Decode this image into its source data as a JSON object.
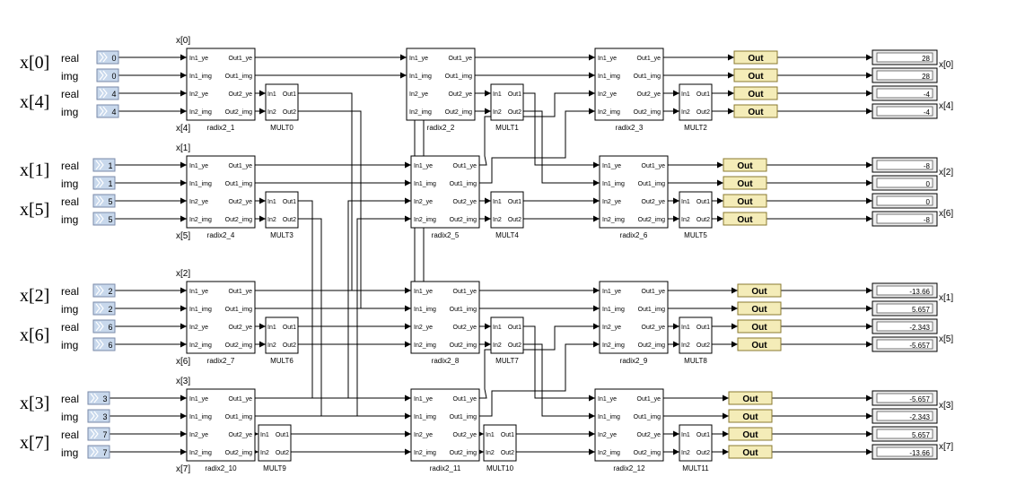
{
  "inputs": {
    "left_labels": [
      "x[0]",
      "x[4]",
      "x[1]",
      "x[5]",
      "x[2]",
      "x[6]",
      "x[3]",
      "x[7]"
    ],
    "row_types": [
      "real",
      "img",
      "real",
      "img"
    ],
    "const_values": [
      [
        "0",
        "0",
        "4",
        "4"
      ],
      [
        "1",
        "1",
        "5",
        "5"
      ],
      [
        "2",
        "2",
        "6",
        "6"
      ],
      [
        "3",
        "3",
        "7",
        "7"
      ]
    ],
    "block_tags": [
      [
        "x[0]",
        "x[4]"
      ],
      [
        "x[1]",
        "x[5]"
      ],
      [
        "x[2]",
        "x[6]"
      ],
      [
        "x[3]",
        "x[7]"
      ]
    ]
  },
  "radix_blocks": {
    "ports_in": [
      "In1_ye",
      "In1_img",
      "In2_ye",
      "In2_img"
    ],
    "ports_out": [
      "Out1_ye",
      "Out1_img",
      "Out2_ye",
      "Out2_img"
    ],
    "names": [
      [
        "radix2_1",
        "radix2_2",
        "radix2_3"
      ],
      [
        "radix2_4",
        "radix2_5",
        "radix2_6"
      ],
      [
        "radix2_7",
        "radix2_8",
        "radix2_9"
      ],
      [
        "radix2_10",
        "radix2_11",
        "radix2_12"
      ]
    ]
  },
  "mult_blocks": {
    "ports_in": [
      "In1",
      "In2"
    ],
    "ports_out": [
      "Out1",
      "Out2"
    ],
    "names": [
      [
        "MULT0",
        "MULT1",
        "MULT2"
      ],
      [
        "MULT3",
        "MULT4",
        "MULT5"
      ],
      [
        "MULT6",
        "MULT7",
        "MULT8"
      ],
      [
        "MULT9",
        "MULT10",
        "MULT11"
      ]
    ]
  },
  "out_label": "Out",
  "outputs": {
    "values": [
      [
        "28",
        "28",
        "-4",
        "-4"
      ],
      [
        "-8",
        "0",
        "0",
        "-8"
      ],
      [
        "-13.66",
        "5.657",
        "-2.343",
        "-5.657"
      ],
      [
        "-5.657",
        "-2.343",
        "5.657",
        "-13.66"
      ]
    ],
    "labels": [
      [
        "x[0]",
        "x[4]"
      ],
      [
        "x[2]",
        "x[6]"
      ],
      [
        "x[1]",
        "x[5]"
      ],
      [
        "x[3]",
        "x[7]"
      ]
    ]
  },
  "colors": {
    "const_fill": "#c8d8ec",
    "out_fill": "#f4ecb8",
    "display_fill": "#eeeeee",
    "wire": "#000000"
  }
}
